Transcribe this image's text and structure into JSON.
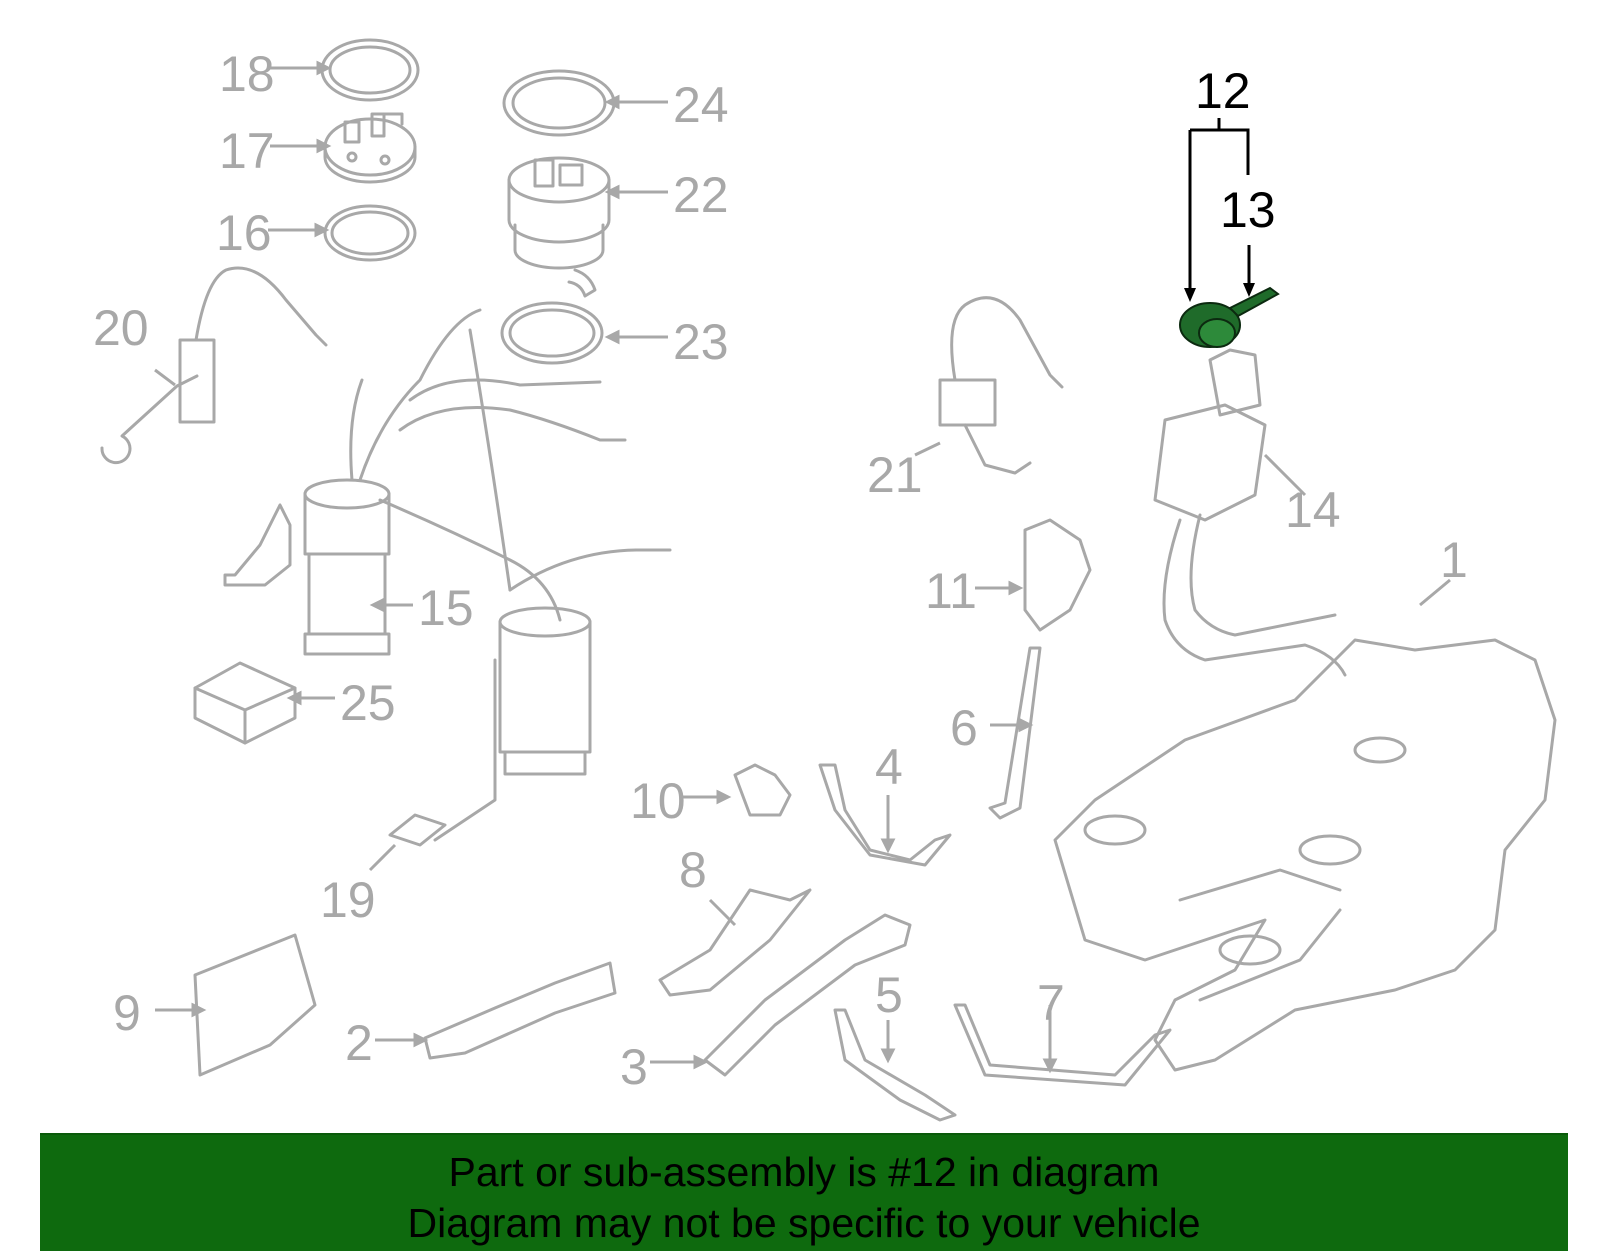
{
  "colors": {
    "part_gray": "#a8a8a8",
    "highlight_green": "#1f6b2a",
    "banner_green": "#0e6a0e",
    "banner_text": "#000000"
  },
  "callouts": {
    "n1": "1",
    "n2": "2",
    "n3": "3",
    "n4": "4",
    "n5": "5",
    "n6": "6",
    "n7": "7",
    "n8": "8",
    "n9": "9",
    "n10": "10",
    "n11": "11",
    "n12": "12",
    "n13": "13",
    "n14": "14",
    "n15": "15",
    "n16": "16",
    "n17": "17",
    "n18": "18",
    "n19": "19",
    "n20": "20",
    "n21": "21",
    "n22": "22",
    "n23": "23",
    "n24": "24",
    "n25": "25"
  },
  "highlighted_part": "12",
  "banner": {
    "line1": "Part or sub-assembly is #12 in diagram",
    "line2": "Diagram may not be specific to your vehicle"
  }
}
